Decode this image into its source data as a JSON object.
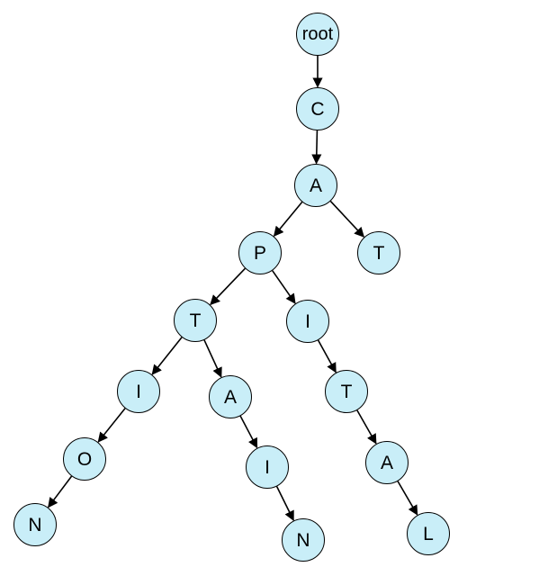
{
  "style": {
    "node_fill": "#c9eef8",
    "node_stroke": "#000000",
    "edge_color": "#000000",
    "text_color": "#000000"
  },
  "tree": {
    "root": "root",
    "nodes": {
      "root": "root",
      "c": "C",
      "ca": "A",
      "cap": "P",
      "cat": "T",
      "capt": "T",
      "capi": "I",
      "capti": "I",
      "capta": "A",
      "capit": "T",
      "captio": "O",
      "captai": "I",
      "capita": "A",
      "caption": "N",
      "captain": "N",
      "capital": "L"
    },
    "edges": [
      [
        "root",
        "c"
      ],
      [
        "c",
        "ca"
      ],
      [
        "ca",
        "cap"
      ],
      [
        "ca",
        "cat"
      ],
      [
        "cap",
        "capt"
      ],
      [
        "cap",
        "capi"
      ],
      [
        "capt",
        "capti"
      ],
      [
        "capt",
        "capta"
      ],
      [
        "capti",
        "captio"
      ],
      [
        "captio",
        "caption"
      ],
      [
        "capta",
        "captai"
      ],
      [
        "captai",
        "captain"
      ],
      [
        "capi",
        "capit"
      ],
      [
        "capit",
        "capita"
      ],
      [
        "capita",
        "capital"
      ]
    ]
  }
}
